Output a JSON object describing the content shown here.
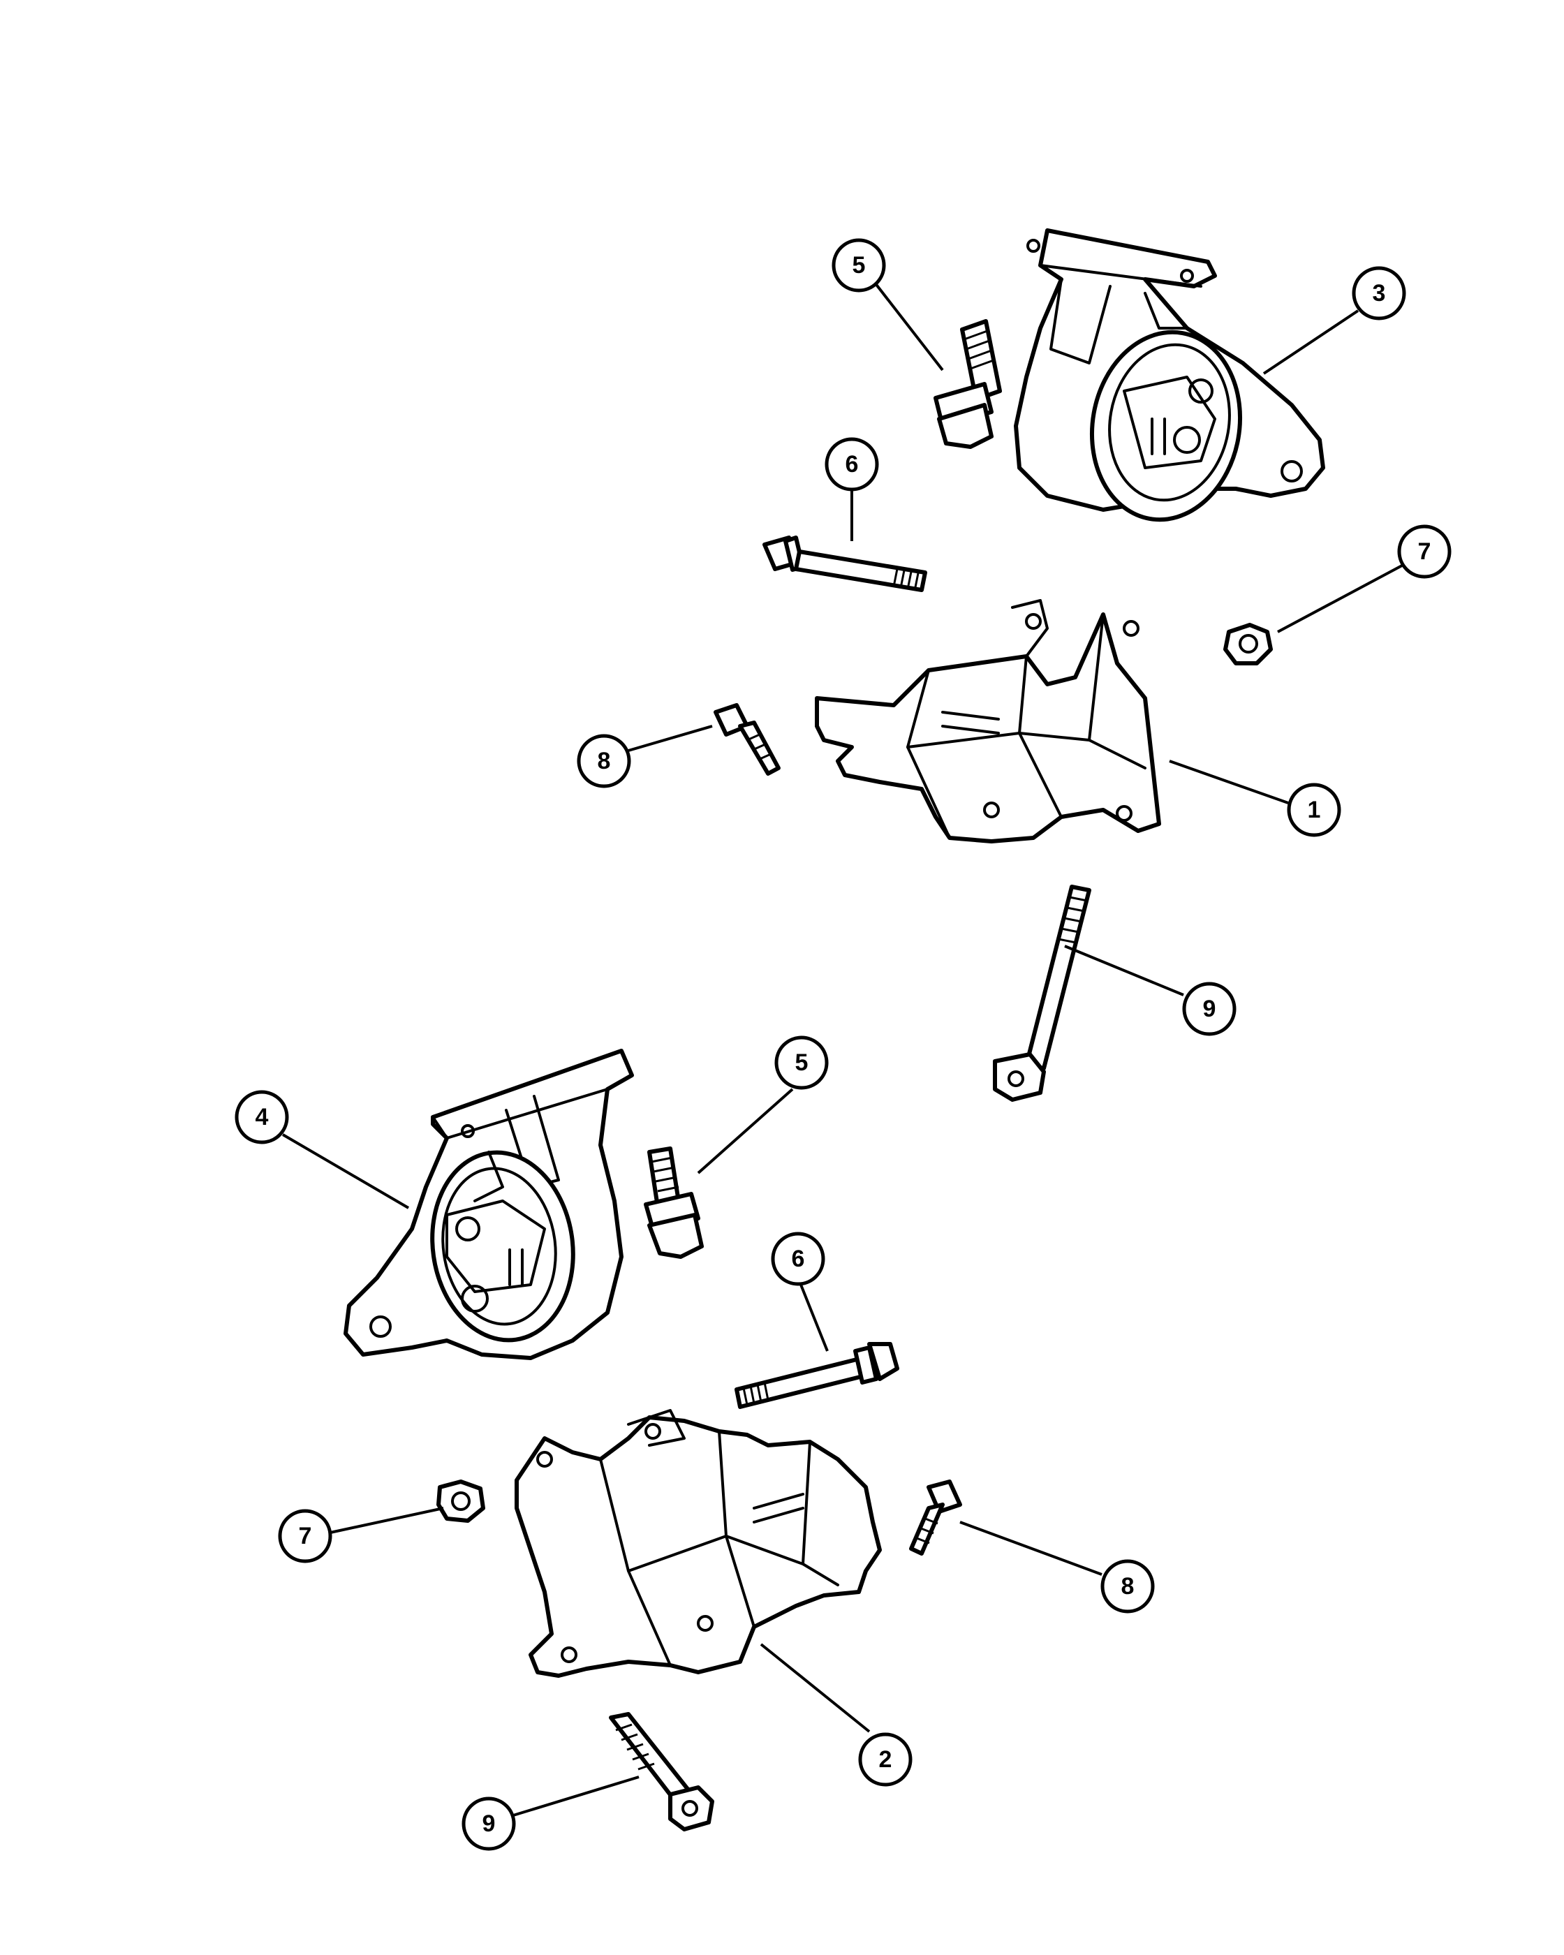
{
  "callouts": [
    {
      "id": "c1",
      "label": "1"
    },
    {
      "id": "c2",
      "label": "2"
    },
    {
      "id": "c3",
      "label": "3"
    },
    {
      "id": "c4",
      "label": "4"
    },
    {
      "id": "c5a",
      "label": "5"
    },
    {
      "id": "c5b",
      "label": "5"
    },
    {
      "id": "c6a",
      "label": "6"
    },
    {
      "id": "c6b",
      "label": "6"
    },
    {
      "id": "c7a",
      "label": "7"
    },
    {
      "id": "c7b",
      "label": "7"
    },
    {
      "id": "c8a",
      "label": "8"
    },
    {
      "id": "c8b",
      "label": "8"
    },
    {
      "id": "c9a",
      "label": "9"
    },
    {
      "id": "c9b",
      "label": "9"
    }
  ]
}
